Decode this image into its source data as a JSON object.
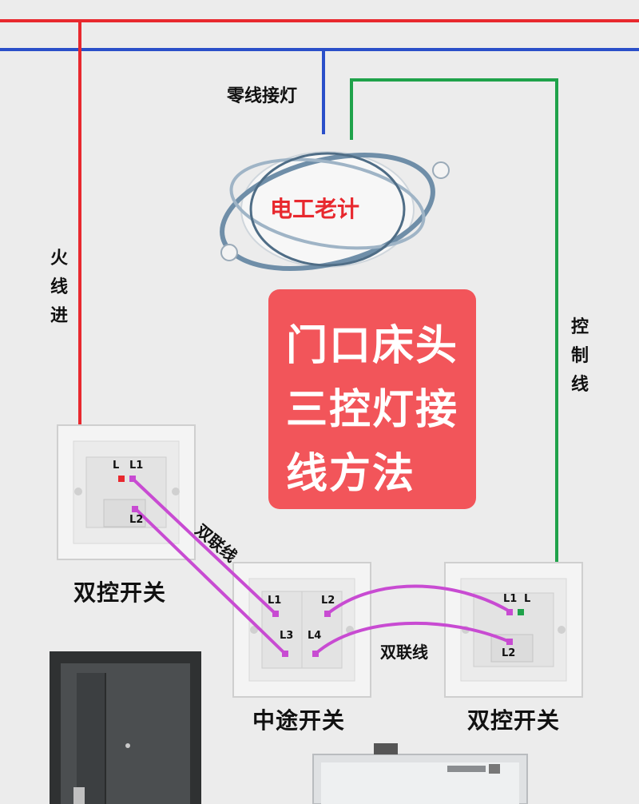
{
  "labels": {
    "neutral_to_lamp": "零线接灯",
    "live_in": "火线进",
    "control_wire": "控制线",
    "dual_link_1": "双联线",
    "dual_link_2": "双联线",
    "lamp_brand": "电工老计"
  },
  "title": {
    "line1": "门口床头",
    "line2": "三控灯接",
    "line3": "线方法"
  },
  "switches": {
    "left": {
      "caption": "双控开关",
      "t_L": "L",
      "t_L1": "L1",
      "t_L2": "L2"
    },
    "middle": {
      "caption": "中途开关",
      "t_L1": "L1",
      "t_L2": "L2",
      "t_L3": "L3",
      "t_L4": "L4"
    },
    "right": {
      "caption": "双控开关",
      "t_L": "L",
      "t_L1": "L1",
      "t_L2": "L2"
    }
  },
  "colors": {
    "live": "#e8282e",
    "neutral": "#2a4fc9",
    "control": "#1fa24a",
    "dual_link": "#c84bd2",
    "title_bg": "#f2555a"
  }
}
